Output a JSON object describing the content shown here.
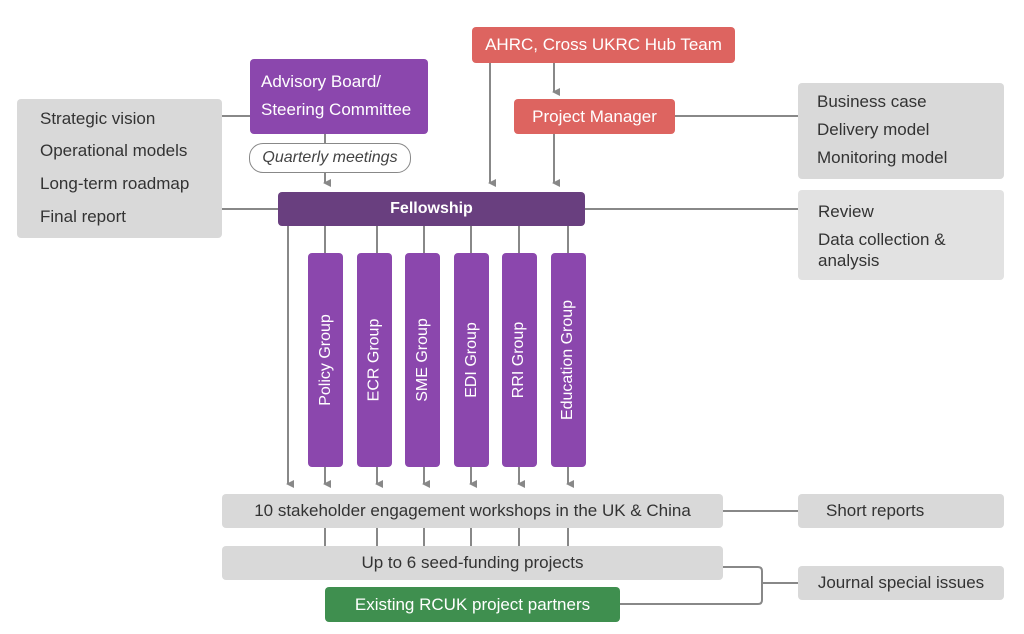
{
  "colors": {
    "purple": "#8b47ad",
    "dark_purple": "#693f7f",
    "red": "#dd6460",
    "green": "#3f8f4f",
    "grey_box": "#d9d9d9",
    "connector": "#888888"
  },
  "top": {
    "hub_team": "AHRC, Cross UKRC Hub Team",
    "project_manager": "Project Manager",
    "advisory_board_line1": "Advisory Board/",
    "advisory_board_line2": "Steering Committee",
    "quarterly_meetings": "Quarterly meetings"
  },
  "left_outputs": [
    "Strategic vision",
    "Operational models",
    "Long-term roadmap",
    "Final report"
  ],
  "pm_outputs": [
    "Business case",
    "Delivery model",
    "Monitoring model"
  ],
  "review_outputs": {
    "line1": "Review",
    "line2": "Data collection &",
    "line3": "analysis"
  },
  "fellowship": "Fellowship",
  "groups": [
    "Policy Group",
    "ECR Group",
    "SME Group",
    "EDI Group",
    "RRI Group",
    "Education Group"
  ],
  "bottom": {
    "workshops": "10 stakeholder engagement workshops in the UK & China",
    "seed_funding": "Up to 6 seed-funding projects",
    "partners": "Existing RCUK project partners",
    "short_reports": "Short reports",
    "journal": "Journal special issues"
  }
}
